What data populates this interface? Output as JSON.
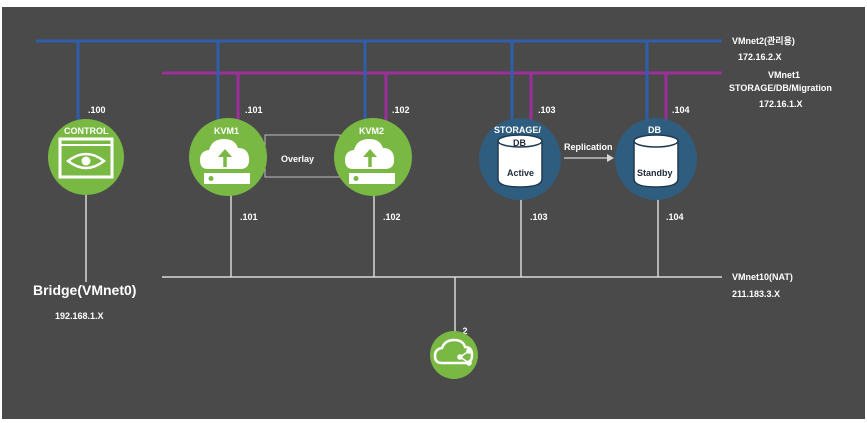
{
  "networks": {
    "vmnet2": {
      "name": "VMnet2(관리용)",
      "subnet": "172.16.2.X",
      "color": "#2f5fa8"
    },
    "vmnet1": {
      "name": "VMnet1",
      "purpose": "STORAGE/DB/Migration",
      "subnet": "172.16.1.X",
      "color": "#9b2f9b"
    },
    "vmnet10": {
      "name": "VMnet10(NAT)",
      "subnet": "211.183.3.X",
      "color": "#d8d8d8"
    },
    "bridge": {
      "name": "Bridge(VMnet0)",
      "subnet": "192.168.1.X"
    }
  },
  "nodes": {
    "control": {
      "label": "CONTROL",
      "ip_mgmt": ".100",
      "icon": "eye-window-icon",
      "color": "#7ab844"
    },
    "kvm1": {
      "label": "KVM1",
      "ip_mgmt": ".101",
      "ip_nat": ".101",
      "icon": "cloud-upload-server-icon",
      "color": "#7ab844"
    },
    "kvm2": {
      "label": "KVM2",
      "ip_mgmt": ".102",
      "ip_nat": ".102",
      "icon": "cloud-upload-server-icon",
      "color": "#7ab844"
    },
    "storage": {
      "label_line1": "STORAGE/",
      "label_line2": "DB",
      "state": "Active",
      "ip_mgmt": ".103",
      "ip_nat": ".103",
      "icon": "database-icon",
      "color": "#2e5d80"
    },
    "db": {
      "label": "DB",
      "state": "Standby",
      "ip_mgmt": ".104",
      "ip_nat": ".104",
      "icon": "database-icon",
      "color": "#2e5d80"
    },
    "gateway": {
      "ip": ".2",
      "icon": "cloud-network-icon",
      "color": "#7ab844"
    }
  },
  "links": {
    "overlay": "Overlay",
    "replication": "Replication"
  }
}
